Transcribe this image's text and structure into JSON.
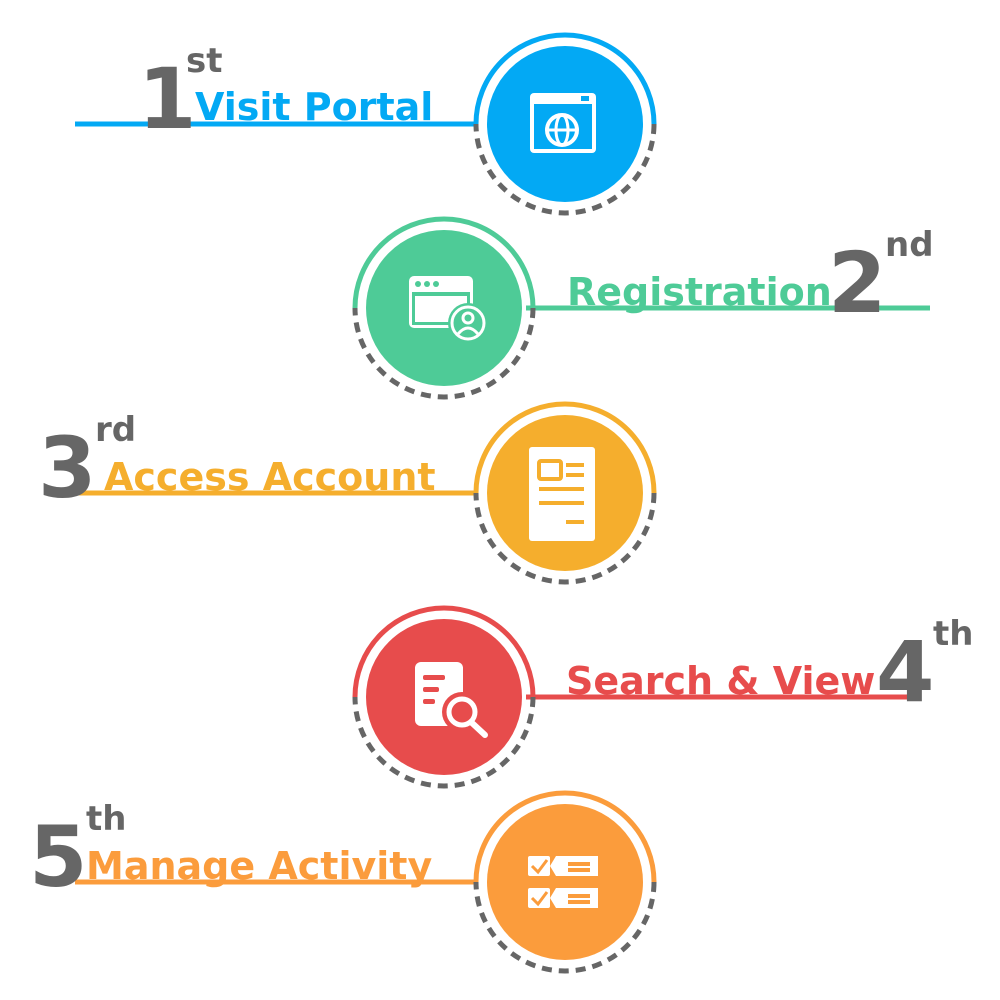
{
  "steps": [
    {
      "number": "1",
      "suffix": "st",
      "label": "Visit Portal",
      "color": "#03a9f4",
      "icon": "globe-browser-icon",
      "side": "left"
    },
    {
      "number": "2",
      "suffix": "nd",
      "label": "Registration",
      "color": "#4ecb97",
      "icon": "user-browser-icon",
      "side": "right"
    },
    {
      "number": "3",
      "suffix": "rd",
      "label": "Access Account",
      "color": "#f5ae2d",
      "icon": "document-icon",
      "side": "left"
    },
    {
      "number": "4",
      "suffix": "th",
      "label": "Search & View",
      "color": "#e74c4c",
      "icon": "document-search-icon",
      "side": "right"
    },
    {
      "number": "5",
      "suffix": "th",
      "label": "Manage Activity",
      "color": "#fb9c3c",
      "icon": "checklist-icon",
      "side": "left"
    }
  ]
}
